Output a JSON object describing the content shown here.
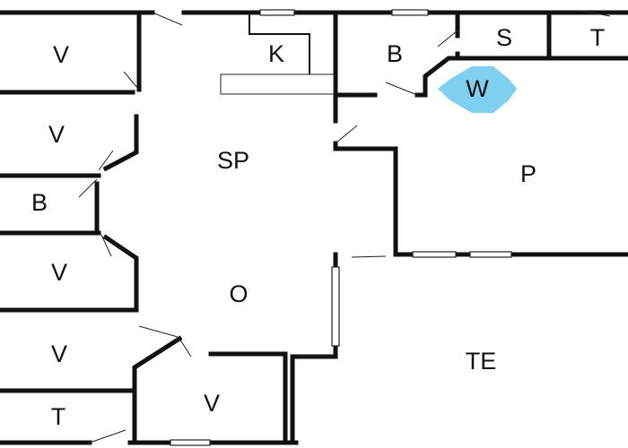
{
  "rooms": {
    "v1": "V",
    "v2": "V",
    "b_left": "B",
    "v3": "V",
    "v4": "V",
    "t_left": "T",
    "v5": "V",
    "k": "K",
    "b_top": "B",
    "s": "S",
    "t_right": "T",
    "w": "W",
    "sp": "SP",
    "p": "P",
    "o": "O",
    "te": "TE"
  },
  "colors": {
    "wall": "#111111",
    "marker": "#7fd0f0",
    "background": "#ffffff"
  },
  "icons": {
    "w": "octagon-marker"
  }
}
